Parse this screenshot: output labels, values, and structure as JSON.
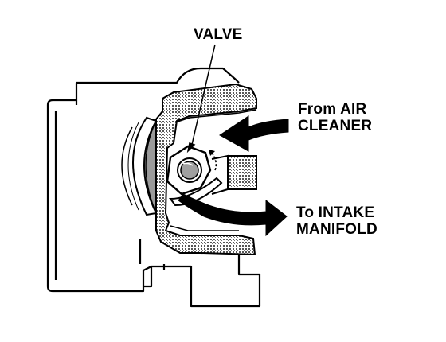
{
  "labels": {
    "valve": "VALVE",
    "from_line1": "From AIR",
    "from_line2": "CLEANER",
    "to_line1": "To INTAKE",
    "to_line2": "MANIFOLD"
  },
  "colors": {
    "ink": "#000000",
    "paper": "#ffffff",
    "hatch": "#8a8a8a",
    "grey_fill": "#bfbfbf"
  }
}
